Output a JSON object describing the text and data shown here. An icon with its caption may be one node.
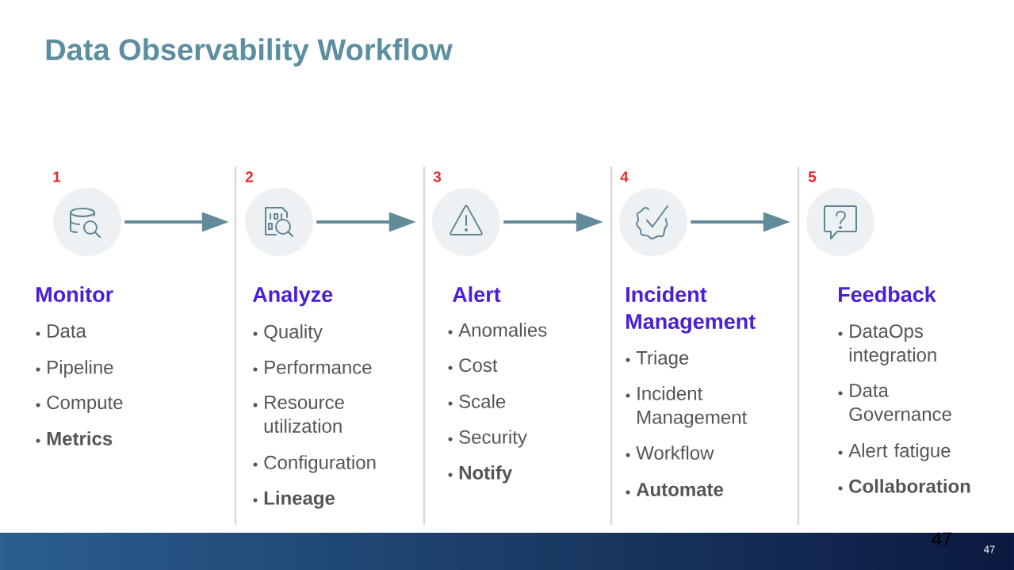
{
  "diagram": {
    "title": "Data Observability Workflow",
    "nodes": [
      {
        "text": [],
        "shape": "circle"
      },
      {
        "text": [],
        "shape": "circle"
      },
      {
        "text": [],
        "shape": "circle"
      },
      {
        "text": [],
        "shape": "circle"
      },
      {
        "text": [],
        "shape": "circle"
      }
    ],
    "edges": [
      {
        "from": 0,
        "to": 1,
        "arrow": "to"
      },
      {
        "from": 1,
        "to": 2,
        "arrow": "to"
      },
      {
        "from": 2,
        "to": 3,
        "arrow": "to"
      },
      {
        "from": 3,
        "to": 4,
        "arrow": "to"
      }
    ],
    "labels": [
      "1",
      "Monitor",
      "Data",
      "Pipeline",
      "Compute",
      "Metrics",
      "2",
      "Analyze",
      "Quality",
      "Performance",
      "Resource utilization",
      "Configuration",
      "Lineage",
      "3",
      "Alert",
      "Anomalies",
      "Cost",
      "Scale",
      "Security",
      "Notify",
      "4",
      "Incident Management",
      "Triage",
      "Incident Management",
      "Workflow",
      "Automate",
      "5",
      "Feedback",
      "DataOps integration",
      "Data Governance",
      "Alert fatigue",
      "Collaboration",
      "47",
      "47"
    ]
  }
}
